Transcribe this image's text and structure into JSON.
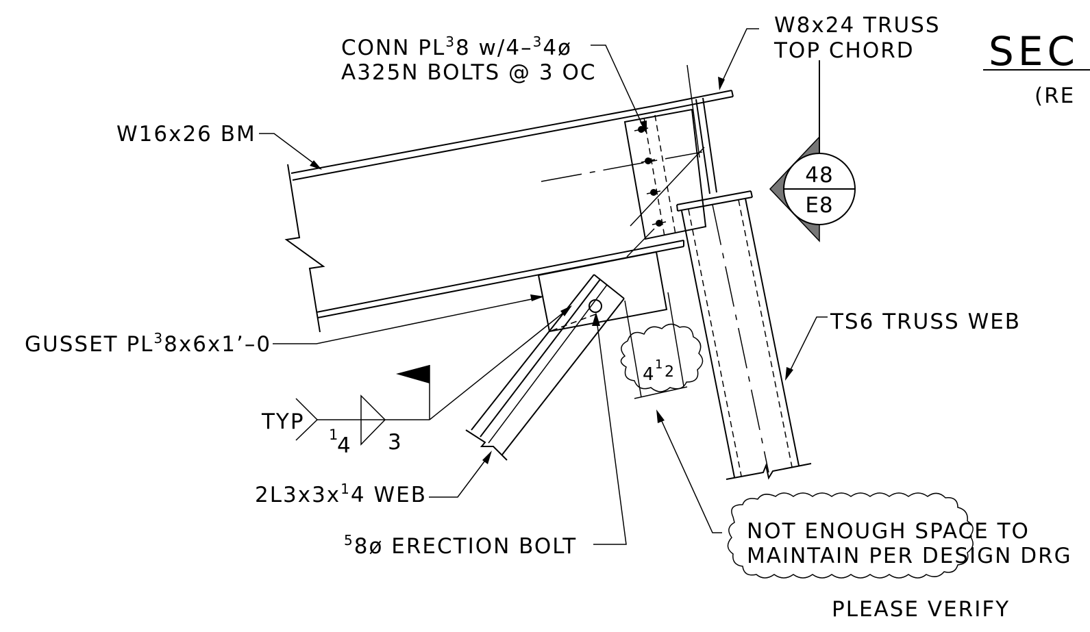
{
  "section": {
    "title": "SEC",
    "subtitle": "(RE"
  },
  "callouts": {
    "top_chord_line1": "W8x24 TRUSS",
    "top_chord_line2": "TOP CHORD",
    "conn_plate_line1_a": "CONN ",
    "conn_plate_line1_pl": "PL",
    "conn_plate_line1_sup": "3",
    "conn_plate_line1_b": "8 w/4–",
    "conn_plate_line1_sup2": "3",
    "conn_plate_line1_c": "4ø",
    "conn_plate_line2": "A325N BOLTS @ 3 OC",
    "beam": "W16x26 BM",
    "gusset_a": "GUSSET ",
    "gusset_pl": "PL",
    "gusset_sup": "3",
    "gusset_b": "8x6x1’–0",
    "truss_web": "TS6 TRUSS WEB",
    "angle_web_a": "2L3x3x",
    "angle_web_sup": "1",
    "angle_web_b": "4 WEB",
    "erection_bolt_sup": "5",
    "erection_bolt_b": "8ø ERECTION BOLT",
    "note_line1": "NOT ENOUGH SPACE TO",
    "note_line2": "MAINTAIN PER DESIGN DRG",
    "note_line3": "PLEASE VERIFY"
  },
  "section_marker": {
    "top": "48",
    "bottom": "E8"
  },
  "weld_symbol": {
    "tail": "TYP",
    "size_sup": "1",
    "size_sub": "4",
    "length": "3"
  },
  "dimension": {
    "base": "4",
    "sup": "1",
    "sub": "2"
  }
}
